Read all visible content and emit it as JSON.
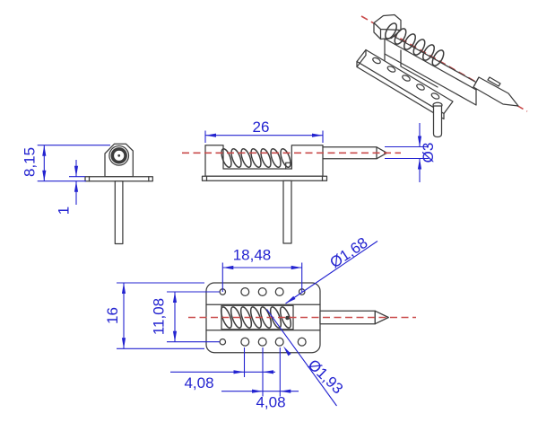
{
  "colors": {
    "background": "#ffffff",
    "outline": "#3c3c3c",
    "dimension": "#2323d0",
    "centerline": "#c94b4b"
  },
  "dimensions": {
    "side_height": "8,15",
    "side_plate_thickness": "1",
    "front_length": "26",
    "front_pin_diameter": "Ø3",
    "top_hole_span": "18,48",
    "top_row_spacing": "11,08",
    "top_width": "16",
    "top_hole_pitch_a": "4,08",
    "top_hole_pitch_b": "4,08",
    "top_small_hole_diameter": "Ø1,68",
    "top_large_hole_diameter": "Ø1,93"
  }
}
